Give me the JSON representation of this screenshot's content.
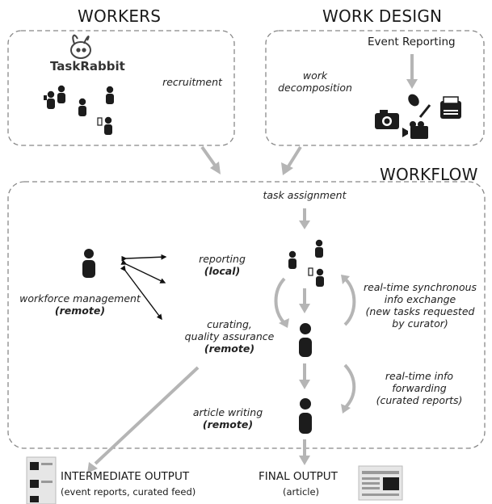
{
  "titles": {
    "workers": "WORKERS",
    "work_design": "WORK DESIGN",
    "workflow": "WORKFLOW"
  },
  "workers": {
    "logo_text": "TaskRabbit",
    "recruitment": "recruitment"
  },
  "work_design": {
    "event_reporting": "Event Reporting",
    "decomposition_line1": "work",
    "decomposition_line2": "decomposition"
  },
  "workflow": {
    "task_assignment": "task assignment",
    "reporting": "reporting",
    "reporting_mode": "(local)",
    "workforce_management": "workforce management",
    "workforce_mode": "(remote)",
    "curating_line1": "curating,",
    "curating_line2": "quality assurance",
    "curating_mode": "(remote)",
    "article_writing": "article writing",
    "article_mode": "(remote)",
    "sync_line1": "real-time synchronous",
    "sync_line2": "info exchange",
    "sync_line3": "(new tasks requested",
    "sync_line4": "by curator)",
    "fwd_line1": "real-time info",
    "fwd_line2": "forwarding",
    "fwd_line3": "(curated reports)"
  },
  "outputs": {
    "intermediate_title": "INTERMEDIATE OUTPUT",
    "intermediate_sub": "(event reports, curated feed)",
    "final_title": "FINAL OUTPUT",
    "final_sub": "(article)"
  },
  "colors": {
    "arrow_gray": "#b5b5b5",
    "box_border": "#888888",
    "figure": "#1c1c1c"
  }
}
